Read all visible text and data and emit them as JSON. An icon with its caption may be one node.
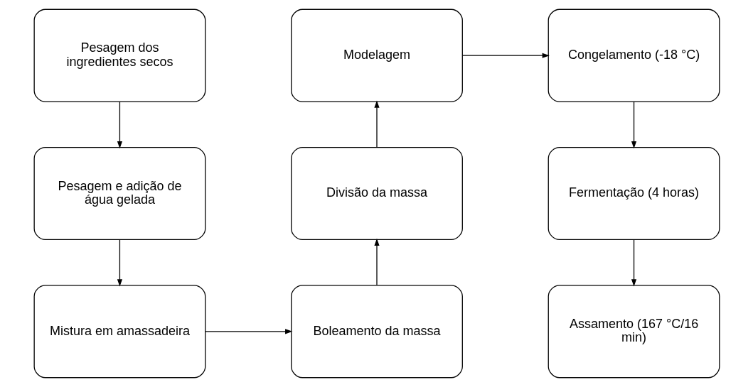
{
  "diagram": {
    "nodes": [
      {
        "text": [
          "Pesagem dos ingredientes secos"
        ]
      },
      {
        "text": [
          "Pesagem e adição de água gelada"
        ]
      },
      {
        "text": [
          "Mistura em amassadeira"
        ]
      },
      {
        "text": [
          "Boleamento da massa"
        ]
      },
      {
        "text": [
          "Divisão da massa"
        ]
      },
      {
        "text": [
          "Modelagem"
        ]
      },
      {
        "text": [
          "Congelamento (-18 °C)"
        ]
      },
      {
        "text": [
          "Fermentação (4 horas)"
        ]
      },
      {
        "text": [
          "Assamento (167 °C/16 min)"
        ]
      }
    ],
    "edges": [
      {
        "from": 0,
        "to": 1,
        "arrow": "to"
      },
      {
        "from": 1,
        "to": 2,
        "arrow": "to"
      },
      {
        "from": 2,
        "to": 3,
        "arrow": "to"
      },
      {
        "from": 3,
        "to": 4,
        "arrow": "to"
      },
      {
        "from": 4,
        "to": 5,
        "arrow": "to"
      },
      {
        "from": 5,
        "to": 6,
        "arrow": "to"
      },
      {
        "from": 6,
        "to": 7,
        "arrow": "to"
      },
      {
        "from": 7,
        "to": 8,
        "arrow": "to"
      }
    ]
  }
}
